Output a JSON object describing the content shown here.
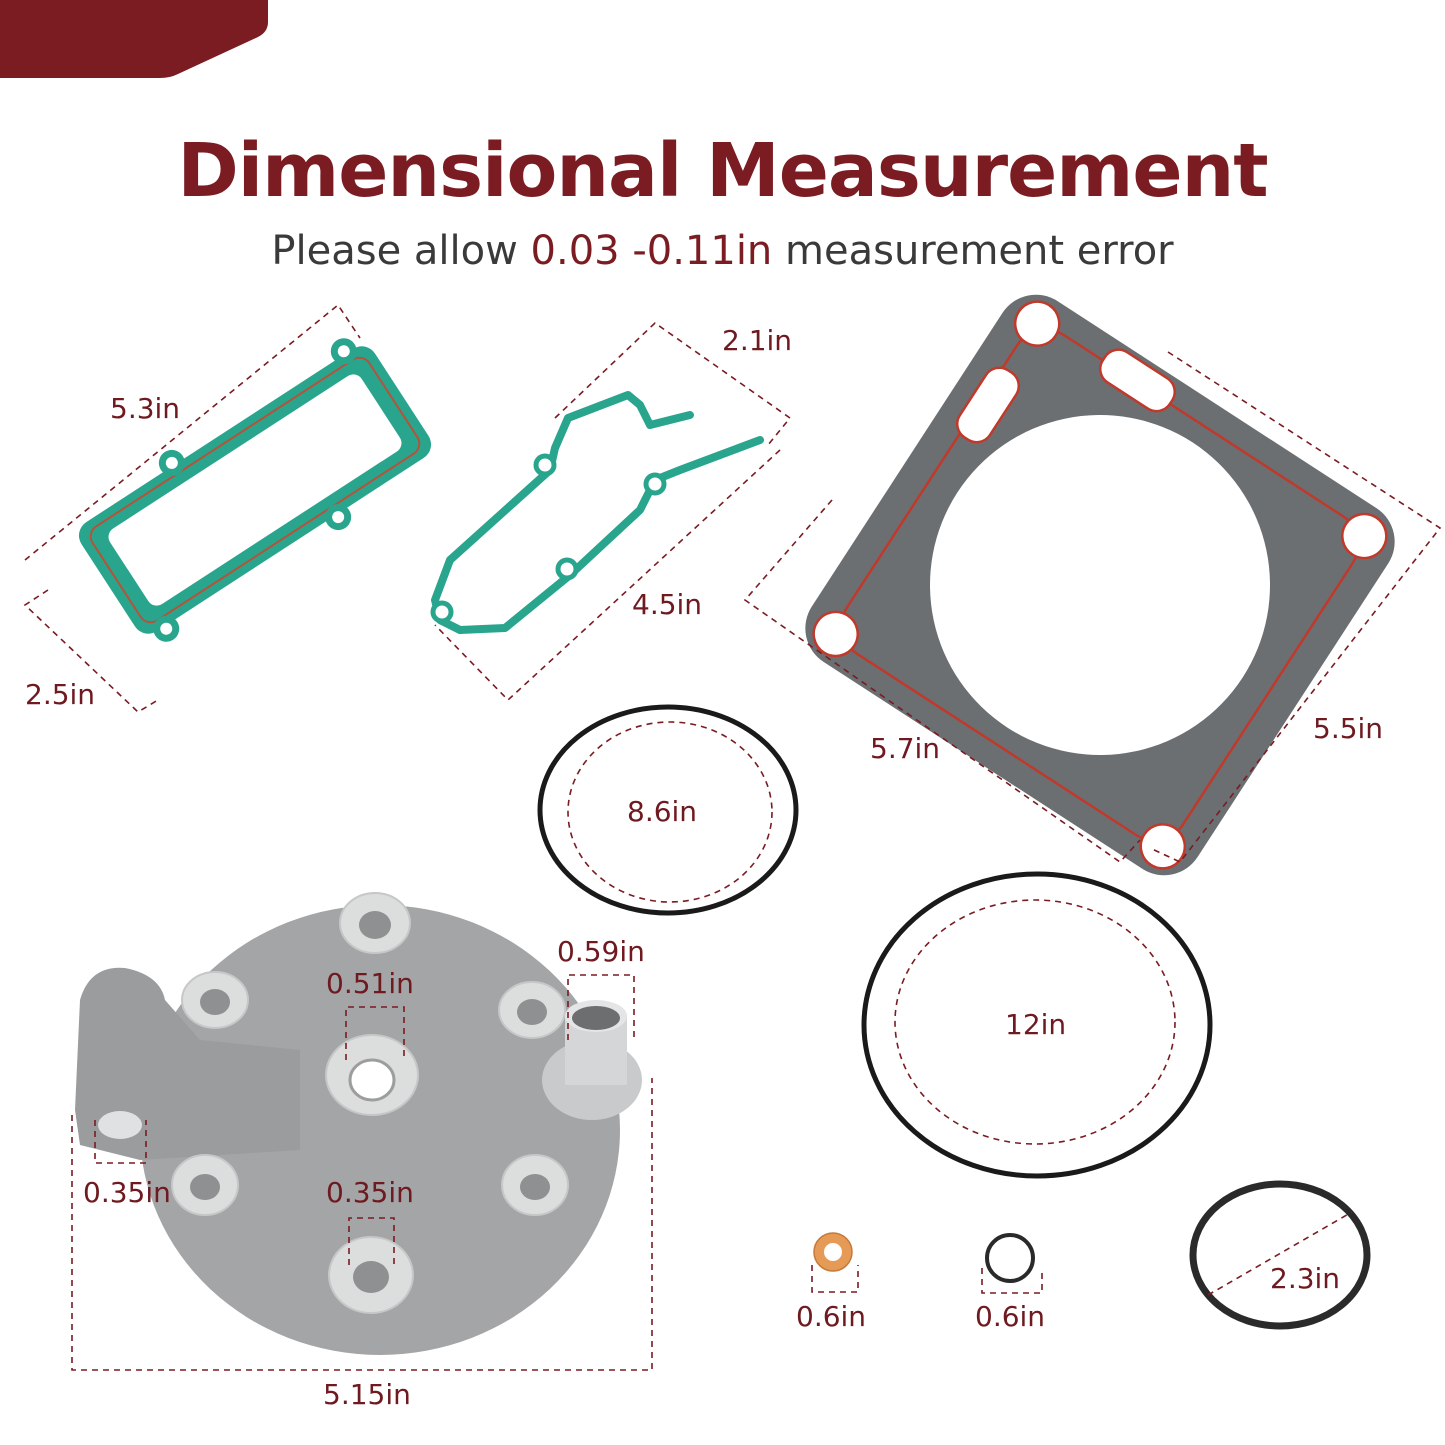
{
  "header": {
    "title": "Dimensional Measurement",
    "subtitle_prefix": "Please allow ",
    "subtitle_highlight": "0.03 -0.11in",
    "subtitle_suffix": " measurement error"
  },
  "colors": {
    "accent": "#7a1c22",
    "text": "#3a3a3a",
    "green_gasket": "#2aa58d",
    "gray_gasket": "#6b6f72",
    "seal_line": "#c0392b",
    "oring": "#1a1a1a",
    "head": "#a3a5a7",
    "copper": "#e59a55"
  },
  "parts": [
    {
      "name": "rectangular-gasket",
      "dims": [
        "5.3in",
        "2.5in"
      ]
    },
    {
      "name": "reed-gasket",
      "dims": [
        "2.1in",
        "4.5in"
      ]
    },
    {
      "name": "base-gasket",
      "dims": [
        "5.7in",
        "5.5in"
      ]
    },
    {
      "name": "small-oring",
      "dims": [
        "8.6in"
      ]
    },
    {
      "name": "large-oring",
      "dims": [
        "12in"
      ]
    },
    {
      "name": "cylinder-head",
      "dims": [
        "0.51in",
        "0.59in",
        "0.35in",
        "0.35in",
        "5.15in"
      ]
    },
    {
      "name": "copper-washer",
      "dims": [
        "0.6in"
      ]
    },
    {
      "name": "tiny-oring",
      "dims": [
        "0.6in"
      ]
    },
    {
      "name": "square-ring",
      "dims": [
        "2.3in"
      ]
    }
  ],
  "labels": {
    "rect_len": "5.3in",
    "rect_wid": "2.5in",
    "reed_wid": "2.1in",
    "reed_len": "4.5in",
    "base_a": "5.7in",
    "base_b": "5.5in",
    "oring_small": "8.6in",
    "oring_large": "12in",
    "head_center": "0.51in",
    "head_outlet": "0.59in",
    "head_left": "0.35in",
    "head_bottom": "0.35in",
    "head_width": "5.15in",
    "washer": "0.6in",
    "tiny_oring": "0.6in",
    "square_ring": "2.3in"
  }
}
